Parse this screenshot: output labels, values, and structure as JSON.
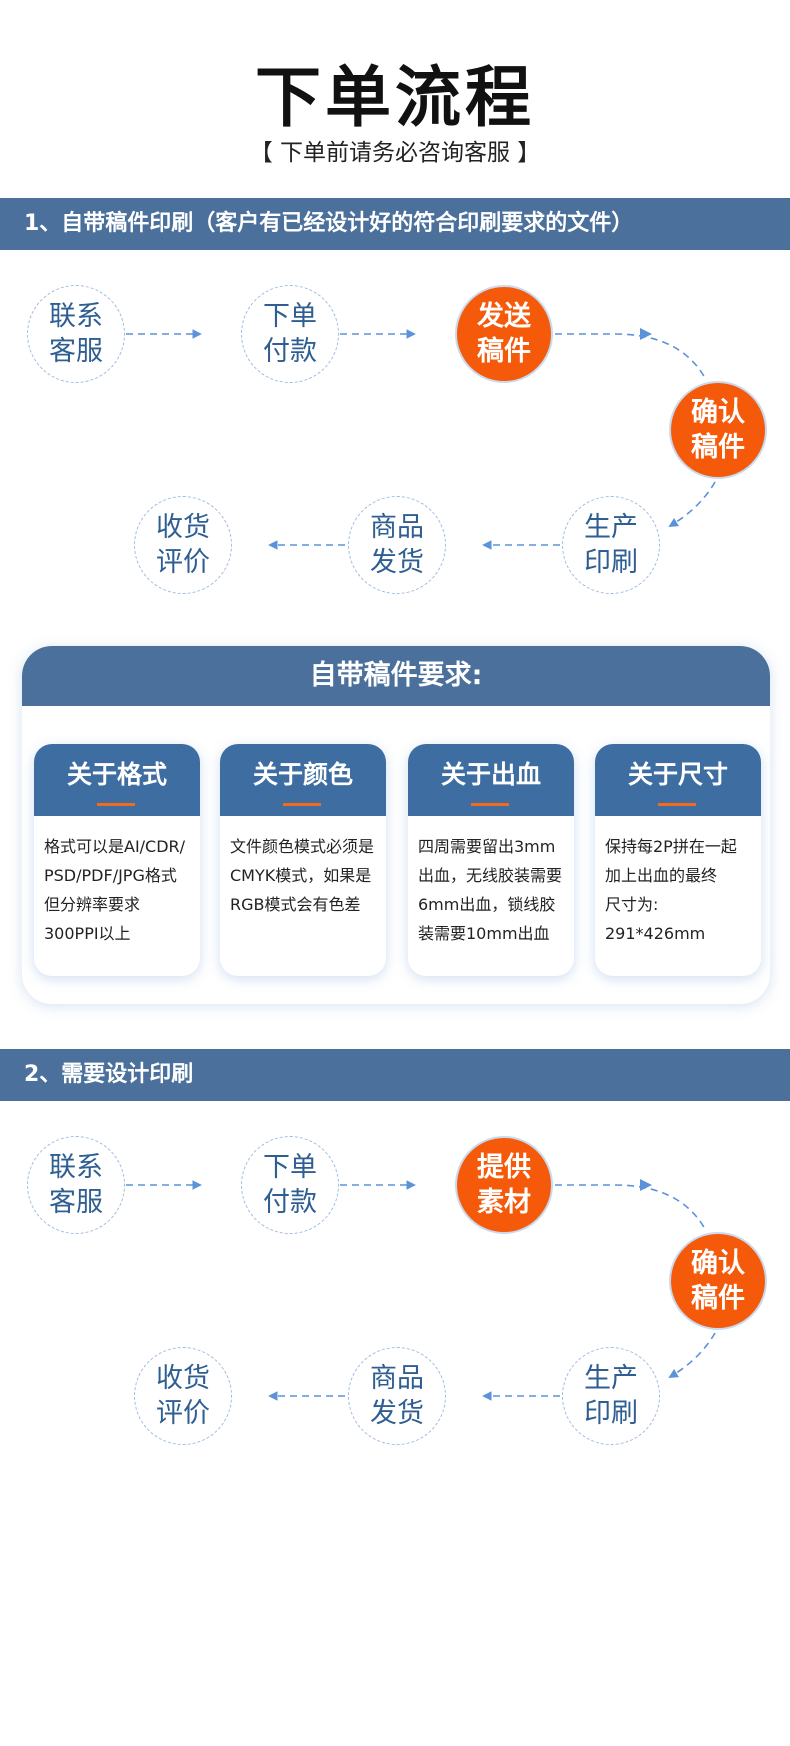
{
  "header": {
    "title": "下单流程",
    "subtitle": "【 下单前请务必咨询客服 】"
  },
  "section1": {
    "bar_label": "1、自带稿件印刷（客户有已经设计好的符合印刷要求的文件）",
    "steps": [
      {
        "line1": "联系",
        "line2": "客服"
      },
      {
        "line1": "下单",
        "line2": "付款"
      },
      {
        "line1": "发送",
        "line2": "稿件"
      },
      {
        "line1": "确认",
        "line2": "稿件"
      },
      {
        "line1": "生产",
        "line2": "印刷"
      },
      {
        "line1": "商品",
        "line2": "发货"
      },
      {
        "line1": "收货",
        "line2": "评价"
      }
    ]
  },
  "requirements": {
    "heading": "自带稿件要求:",
    "cards": [
      {
        "title": "关于格式",
        "lines": [
          "格式可以是AI/CDR/",
          "PSD/PDF/JPG格式",
          "但分辨率要求",
          "300PPI以上"
        ]
      },
      {
        "title": "关于颜色",
        "lines": [
          "文件颜色模式必须是",
          "CMYK模式，如果是",
          "RGB模式会有色差"
        ]
      },
      {
        "title": "关于出血",
        "lines": [
          "四周需要留出3mm",
          "出血，无线胶装需要",
          "6mm出血，锁线胶",
          "装需要10mm出血"
        ]
      },
      {
        "title": "关于尺寸",
        "lines": [
          "保持每2P拼在一起",
          "加上出血的最终",
          "尺寸为:",
          "291*426mm"
        ]
      }
    ]
  },
  "section2": {
    "bar_label": "2、需要设计印刷",
    "steps": [
      {
        "line1": "联系",
        "line2": "客服"
      },
      {
        "line1": "下单",
        "line2": "付款"
      },
      {
        "line1": "提供",
        "line2": "素材"
      },
      {
        "line1": "确认",
        "line2": "稿件"
      },
      {
        "line1": "生产",
        "line2": "印刷"
      },
      {
        "line1": "商品",
        "line2": "发货"
      },
      {
        "line1": "收货",
        "line2": "评价"
      }
    ]
  },
  "colors": {
    "bar": "#4a709b",
    "highlight": "#f55a0a",
    "node_text": "#2f5f92",
    "arrow": "#5b93d8"
  }
}
